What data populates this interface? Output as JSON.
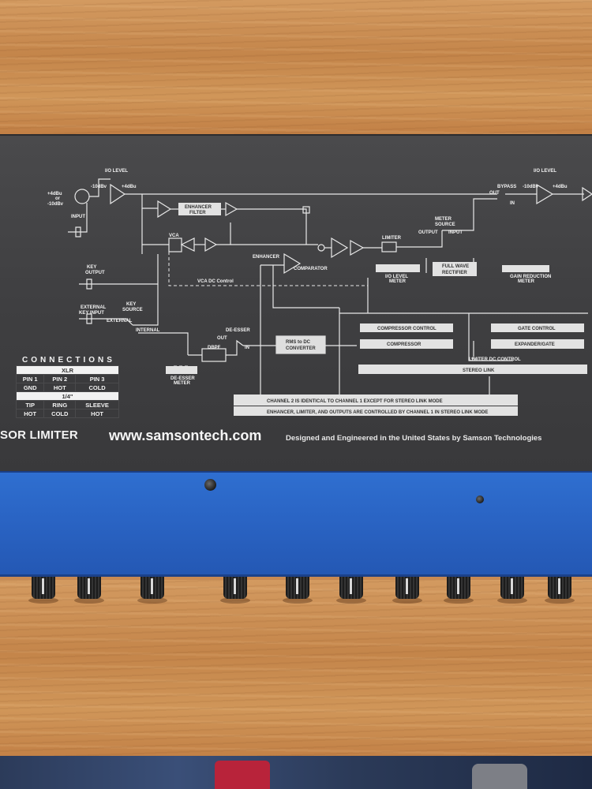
{
  "panel": {
    "brand_suffix": "SOR LIMITER",
    "url": "www.samsontech.com",
    "tagline": "Designed and Engineered in the United States by Samson Technologies",
    "diagram": {
      "io_level_left": "I/O LEVEL",
      "minus10_left": "-10dBv",
      "plus4_left": "+4dBu",
      "input_levels": [
        "+4dBu",
        "or",
        "-10dBv"
      ],
      "input": "INPUT",
      "enhancer_filter": [
        "ENHANCER",
        "FILTER"
      ],
      "vca": "VCA",
      "enhancer": "ENHANCER",
      "comparator": "COMPARATOR",
      "limiter": "LIMITER",
      "output": "OUTPUT",
      "input_small": "INPUT",
      "meter_source": [
        "METER",
        "SOURCE"
      ],
      "full_wave_rectifier": [
        "FULL WAVE",
        "RECTIFIER"
      ],
      "io_level_meter": [
        "I/O LEVEL",
        "METER"
      ],
      "gain_reduction_meter": [
        "GAIN REDUCTION",
        "METER"
      ],
      "vca_dc_control": "VCA DC Control",
      "key_output": [
        "KEY",
        "OUTPUT"
      ],
      "external_key_input": [
        "EXTERNAL",
        "KEY INPUT"
      ],
      "key_source": [
        "KEY",
        "SOURCE"
      ],
      "external": "EXTERNAL",
      "internal": "INTERNAL",
      "de_esser": "DE-ESSER",
      "out": "OUT",
      "in": "IN",
      "dbpf": "DBPF",
      "de_esser_meter": [
        "DE-ESSER",
        "METER"
      ],
      "rms_to_dc": [
        "RMS to DC",
        "CONVERTER"
      ],
      "compressor_control": "COMPRESSOR CONTROL",
      "compressor": "COMPRESSOR",
      "gate_control": "GATE CONTROL",
      "expander_gate": "EXPANDER/GATE",
      "limiter_dc_control": "LIMITER DC CONTROL",
      "stereo_link": "STEREO LINK",
      "channel2_note": "CHANNEL 2 IS IDENTICAL TO CHANNEL 1 EXCEPT FOR STEREO LINK MODE",
      "channel1_note": "ENHANCER, LIMITER, AND OUTPUTS ARE CONTROLLED BY CHANNEL 1 IN STEREO LINK MODE",
      "io_level_right": "I/O LEVEL",
      "bypass": "BYPASS",
      "out_right": "OUT",
      "in_right": "IN",
      "minus10_right": "-10dBv",
      "plus4_right": "+4dBu"
    },
    "connections": {
      "title": "CONNECTIONS",
      "xlr_header": "XLR",
      "xlr_pins": [
        "PIN 1",
        "PIN 2",
        "PIN 3"
      ],
      "xlr_roles": [
        "GND",
        "HOT",
        "COLD"
      ],
      "quarter_header": "1/4\"",
      "quarter_parts": [
        "TIP",
        "RING",
        "SLEEVE"
      ],
      "quarter_roles": [
        "HOT",
        "COLD",
        "HOT"
      ]
    }
  },
  "colors": {
    "panel": "#3f3f41",
    "faceplate": "#2a64c4",
    "wood": "#c98a52",
    "label": "#f2f2f2"
  }
}
